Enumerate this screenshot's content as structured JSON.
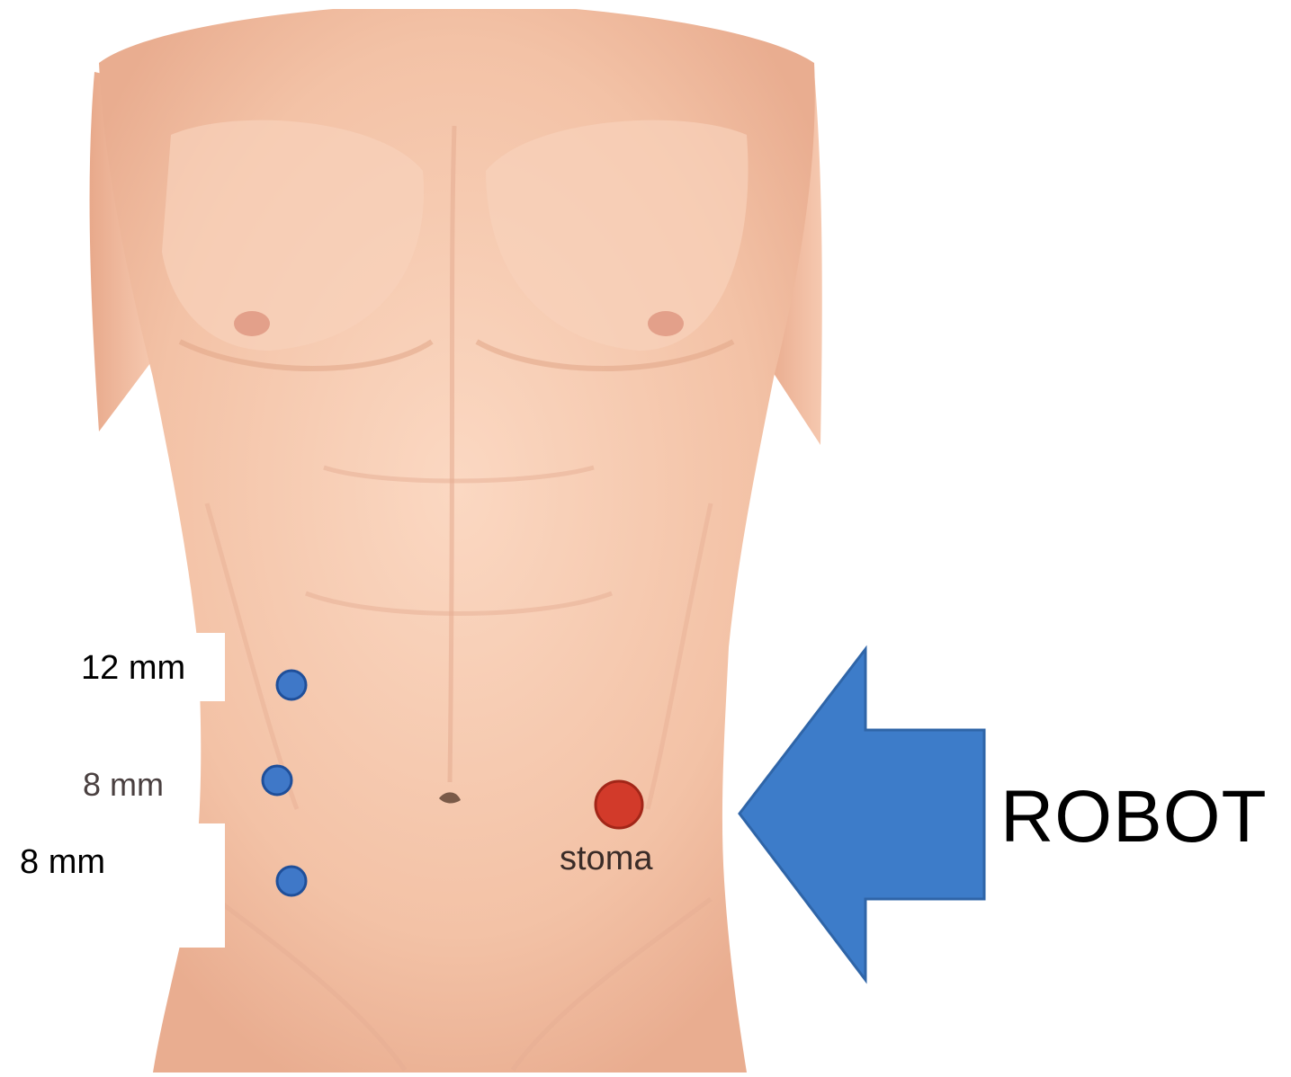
{
  "labels": {
    "port_top": "12 mm",
    "port_middle": "8 mm",
    "port_bottom": "8 mm",
    "stoma": "stoma",
    "robot": "ROBOT"
  },
  "colors": {
    "port_marker": "#3f78c8",
    "stoma_marker": "#d23a2a",
    "arrow": "#3d7cc9",
    "skin": "#f6c7ad"
  },
  "icons": {
    "torso": "male-torso-illustration",
    "arrow": "left-arrow-icon"
  }
}
